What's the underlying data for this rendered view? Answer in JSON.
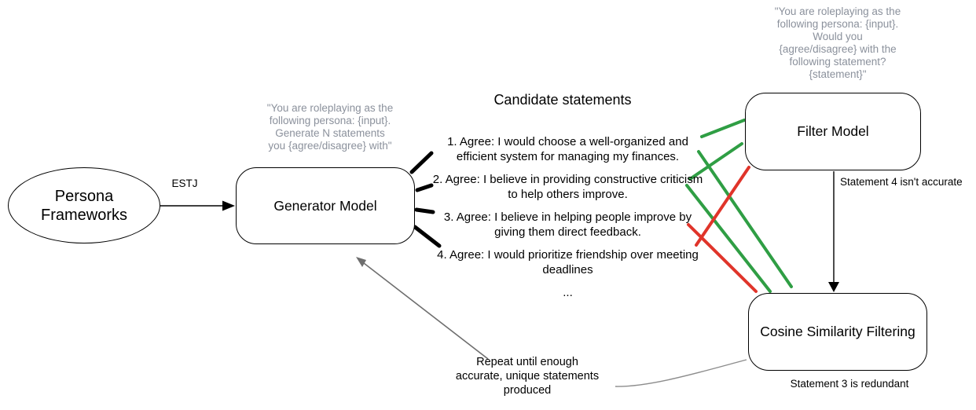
{
  "colors": {
    "accepted_green": "#2f9e44",
    "rejected_red": "#e0342a",
    "prompt_gray": "#8b919c",
    "arrow_gray": "#6e6e6e",
    "connector_gray": "#8c8c8c"
  },
  "nodes": {
    "persona_frameworks": {
      "label": "Persona Frameworks"
    },
    "generator_model": {
      "label": "Generator Model",
      "prompt_lines": [
        "\"You are roleplaying as the",
        "following persona: {input}.",
        "Generate N statements",
        "you {agree/disagree} with\""
      ]
    },
    "filter_model": {
      "label": "Filter Model",
      "prompt_lines": [
        "\"You are roleplaying as the",
        "following persona: {input}.",
        "Would you",
        "{agree/disagree} with the",
        "following statement?",
        "{statement}\""
      ]
    },
    "cosine_filtering": {
      "label": "Cosine Similarity Filtering"
    }
  },
  "candidate_statements": {
    "title": "Candidate statements",
    "items": [
      "1. Agree: I would choose a well-organized and efficient system for managing my finances.",
      "2. Agree: I believe in providing constructive criticism to help others improve.",
      "3. Agree: I believe in helping people improve by giving them direct feedback.",
      "4. Agree: I would prioritize friendship over meeting deadlines"
    ],
    "ellipsis": "..."
  },
  "annotations": {
    "estj": "ESTJ",
    "statement4_note": "Statement 4 isn't accurate",
    "statement3_note": "Statement 3 is redundant",
    "repeat_note_lines": [
      "Repeat until enough",
      "accurate, unique statements",
      "produced"
    ]
  }
}
